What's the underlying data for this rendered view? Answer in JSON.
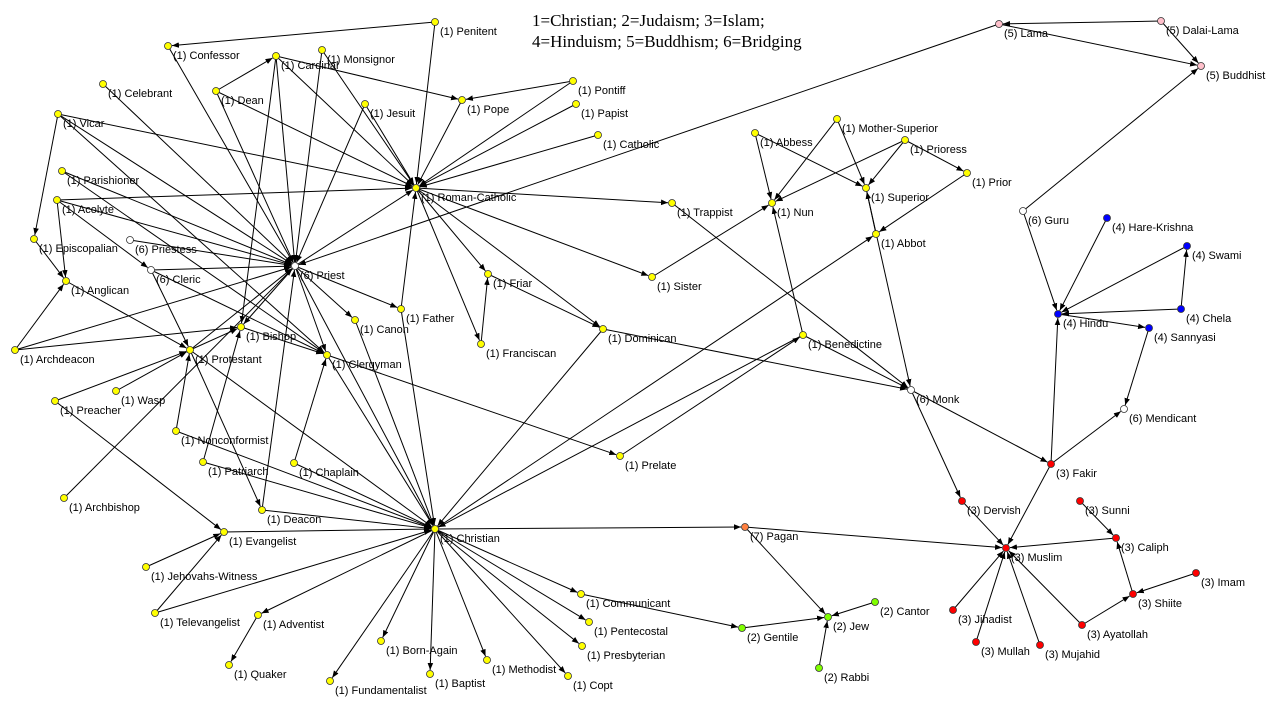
{
  "legend": {
    "line1": "1=Christian; 2=Judaism; 3=Islam;",
    "line2": "4=Hinduism; 5=Buddhism; 6=Bridging"
  },
  "group_colors": {
    "1": "#ffff00",
    "2": "#80ff00",
    "3": "#ff0000",
    "4": "#0000ff",
    "5": "#ffc0cb",
    "6": "#ffffff",
    "7": "#ff8040"
  },
  "nodes": [
    {
      "label": "Penitent",
      "group": 1
    },
    {
      "label": "Confessor",
      "group": 1
    },
    {
      "label": "Cardinal",
      "group": 1
    },
    {
      "label": "Monsignor",
      "group": 1
    },
    {
      "label": "Celebrant",
      "group": 1
    },
    {
      "label": "Dean",
      "group": 1
    },
    {
      "label": "Jesuit",
      "group": 1
    },
    {
      "label": "Pope",
      "group": 1
    },
    {
      "label": "Pontiff",
      "group": 1
    },
    {
      "label": "Papist",
      "group": 1
    },
    {
      "label": "Catholic",
      "group": 1
    },
    {
      "label": "Vicar",
      "group": 1
    },
    {
      "label": "Parishioner",
      "group": 1
    },
    {
      "label": "Acolyte",
      "group": 1
    },
    {
      "label": "Episcopalian",
      "group": 1
    },
    {
      "label": "Priestess",
      "group": 6
    },
    {
      "label": "Cleric",
      "group": 6
    },
    {
      "label": "Anglican",
      "group": 1
    },
    {
      "label": "Roman-Catholic",
      "group": 1
    },
    {
      "label": "Priest",
      "group": 6
    },
    {
      "label": "Trappist",
      "group": 1
    },
    {
      "label": "Sister",
      "group": 1
    },
    {
      "label": "Friar",
      "group": 1
    },
    {
      "label": "Father",
      "group": 1
    },
    {
      "label": "Canon",
      "group": 1
    },
    {
      "label": "Franciscan",
      "group": 1
    },
    {
      "label": "Dominican",
      "group": 1
    },
    {
      "label": "Bishop",
      "group": 1
    },
    {
      "label": "Clergyman",
      "group": 1
    },
    {
      "label": "Archdeacon",
      "group": 1
    },
    {
      "label": "Protestant",
      "group": 1
    },
    {
      "label": "Wasp",
      "group": 1
    },
    {
      "label": "Preacher",
      "group": 1
    },
    {
      "label": "Nonconformist",
      "group": 1
    },
    {
      "label": "Patriarch",
      "group": 1
    },
    {
      "label": "Chaplain",
      "group": 1
    },
    {
      "label": "Deacon",
      "group": 1
    },
    {
      "label": "Archbishop",
      "group": 1
    },
    {
      "label": "Evangelist",
      "group": 1
    },
    {
      "label": "Christian",
      "group": 1
    },
    {
      "label": "Prelate",
      "group": 1
    },
    {
      "label": "Jehovahs-Witness",
      "group": 1
    },
    {
      "label": "Televangelist",
      "group": 1
    },
    {
      "label": "Adventist",
      "group": 1
    },
    {
      "label": "Quaker",
      "group": 1
    },
    {
      "label": "Born-Again",
      "group": 1
    },
    {
      "label": "Fundamentalist",
      "group": 1
    },
    {
      "label": "Baptist",
      "group": 1
    },
    {
      "label": "Methodist",
      "group": 1
    },
    {
      "label": "Copt",
      "group": 1
    },
    {
      "label": "Communicant",
      "group": 1
    },
    {
      "label": "Pentecostal",
      "group": 1
    },
    {
      "label": "Presbyterian",
      "group": 1
    },
    {
      "label": "Pagan",
      "group": 7
    },
    {
      "label": "Gentile",
      "group": 2
    },
    {
      "label": "Jew",
      "group": 2
    },
    {
      "label": "Cantor",
      "group": 2
    },
    {
      "label": "Rabbi",
      "group": 2
    },
    {
      "label": "Lama",
      "group": 5
    },
    {
      "label": "Dalai-Lama",
      "group": 5
    },
    {
      "label": "Buddhist",
      "group": 5
    },
    {
      "label": "Abbess",
      "group": 1
    },
    {
      "label": "Mother-Superior",
      "group": 1
    },
    {
      "label": "Prioress",
      "group": 1
    },
    {
      "label": "Prior",
      "group": 1
    },
    {
      "label": "Nun",
      "group": 1
    },
    {
      "label": "Superior",
      "group": 1
    },
    {
      "label": "Abbot",
      "group": 1
    },
    {
      "label": "Benedictine",
      "group": 1
    },
    {
      "label": "Monk",
      "group": 6
    },
    {
      "label": "Guru",
      "group": 6
    },
    {
      "label": "Hare-Krishna",
      "group": 4
    },
    {
      "label": "Swami",
      "group": 4
    },
    {
      "label": "Chela",
      "group": 4
    },
    {
      "label": "Hindu",
      "group": 4
    },
    {
      "label": "Sannyasi",
      "group": 4
    },
    {
      "label": "Mendicant",
      "group": 6
    },
    {
      "label": "Fakir",
      "group": 3
    },
    {
      "label": "Dervish",
      "group": 3
    },
    {
      "label": "Sunni",
      "group": 3
    },
    {
      "label": "Caliph",
      "group": 3
    },
    {
      "label": "Muslim",
      "group": 3
    },
    {
      "label": "Imam",
      "group": 3
    },
    {
      "label": "Shiite",
      "group": 3
    },
    {
      "label": "Jihadist",
      "group": 3
    },
    {
      "label": "Ayatollah",
      "group": 3
    },
    {
      "label": "Mullah",
      "group": 3
    },
    {
      "label": "Mujahid",
      "group": 3
    }
  ],
  "edges": [
    [
      "Penitent",
      "Confessor"
    ],
    [
      "Penitent",
      "Roman-Catholic"
    ],
    [
      "Confessor",
      "Priest"
    ],
    [
      "Cardinal",
      "Priest"
    ],
    [
      "Cardinal",
      "Roman-Catholic"
    ],
    [
      "Cardinal",
      "Pope"
    ],
    [
      "Cardinal",
      "Bishop"
    ],
    [
      "Dean",
      "Cardinal"
    ],
    [
      "Dean",
      "Roman-Catholic"
    ],
    [
      "Dean",
      "Priest"
    ],
    [
      "Monsignor",
      "Priest"
    ],
    [
      "Monsignor",
      "Roman-Catholic"
    ],
    [
      "Celebrant",
      "Priest"
    ],
    [
      "Jesuit",
      "Roman-Catholic"
    ],
    [
      "Jesuit",
      "Priest"
    ],
    [
      "Pontiff",
      "Pope"
    ],
    [
      "Pontiff",
      "Roman-Catholic"
    ],
    [
      "Pope",
      "Roman-Catholic"
    ],
    [
      "Papist",
      "Roman-Catholic"
    ],
    [
      "Catholic",
      "Roman-Catholic"
    ],
    [
      "Lama",
      "Priest"
    ],
    [
      "Vicar",
      "Roman-Catholic"
    ],
    [
      "Vicar",
      "Episcopalian"
    ],
    [
      "Vicar",
      "Priest"
    ],
    [
      "Vicar",
      "Clergyman"
    ],
    [
      "Parishioner",
      "Priest"
    ],
    [
      "Parishioner",
      "Clergyman"
    ],
    [
      "Acolyte",
      "Roman-Catholic"
    ],
    [
      "Acolyte",
      "Anglican"
    ],
    [
      "Acolyte",
      "Priest"
    ],
    [
      "Acolyte",
      "Cleric"
    ],
    [
      "Episcopalian",
      "Anglican"
    ],
    [
      "Priestess",
      "Priest"
    ],
    [
      "Cleric",
      "Priest"
    ],
    [
      "Cleric",
      "Protestant"
    ],
    [
      "Cleric",
      "Clergyman"
    ],
    [
      "Anglican",
      "Protestant"
    ],
    [
      "Priest",
      "Roman-Catholic"
    ],
    [
      "Priest",
      "Christian"
    ],
    [
      "Roman-Catholic",
      "Trappist"
    ],
    [
      "Roman-Catholic",
      "Sister"
    ],
    [
      "Roman-Catholic",
      "Friar"
    ],
    [
      "Roman-Catholic",
      "Dominican"
    ],
    [
      "Roman-Catholic",
      "Franciscan"
    ],
    [
      "Father",
      "Roman-Catholic"
    ],
    [
      "Father",
      "Christian"
    ],
    [
      "Canon",
      "Christian"
    ],
    [
      "Priest",
      "Father"
    ],
    [
      "Priest",
      "Canon"
    ],
    [
      "Priest",
      "Bishop"
    ],
    [
      "Priest",
      "Clergyman"
    ],
    [
      "Franciscan",
      "Friar"
    ],
    [
      "Friar",
      "Dominican"
    ],
    [
      "Dominican",
      "Christian"
    ],
    [
      "Dominican",
      "Monk"
    ],
    [
      "Sister",
      "Nun"
    ],
    [
      "Trappist",
      "Monk"
    ],
    [
      "Bishop",
      "Clergyman"
    ],
    [
      "Archdeacon",
      "Bishop"
    ],
    [
      "Archdeacon",
      "Anglican"
    ],
    [
      "Archdeacon",
      "Priest"
    ],
    [
      "Protestant",
      "Priest"
    ],
    [
      "Protestant",
      "Christian"
    ],
    [
      "Protestant",
      "Bishop"
    ],
    [
      "Protestant",
      "Deacon"
    ],
    [
      "Wasp",
      "Protestant"
    ],
    [
      "Preacher",
      "Evangelist"
    ],
    [
      "Preacher",
      "Protestant"
    ],
    [
      "Nonconformist",
      "Protestant"
    ],
    [
      "Nonconformist",
      "Christian"
    ],
    [
      "Patriarch",
      "Bishop"
    ],
    [
      "Patriarch",
      "Christian"
    ],
    [
      "Chaplain",
      "Clergyman"
    ],
    [
      "Chaplain",
      "Christian"
    ],
    [
      "Deacon",
      "Priest"
    ],
    [
      "Deacon",
      "Christian"
    ],
    [
      "Archbishop",
      "Priest"
    ],
    [
      "Evangelist",
      "Christian"
    ],
    [
      "Jehovahs-Witness",
      "Evangelist"
    ],
    [
      "Televangelist",
      "Evangelist"
    ],
    [
      "Televangelist",
      "Christian"
    ],
    [
      "Clergyman",
      "Prelate"
    ],
    [
      "Clergyman",
      "Christian"
    ],
    [
      "Prelate",
      "Benedictine"
    ],
    [
      "Christian",
      "Abbot"
    ],
    [
      "Benedictine",
      "Christian"
    ],
    [
      "Benedictine",
      "Nun"
    ],
    [
      "Benedictine",
      "Monk"
    ],
    [
      "Christian",
      "Adventist"
    ],
    [
      "Adventist",
      "Quaker"
    ],
    [
      "Christian",
      "Born-Again"
    ],
    [
      "Christian",
      "Fundamentalist"
    ],
    [
      "Christian",
      "Baptist"
    ],
    [
      "Christian",
      "Methodist"
    ],
    [
      "Christian",
      "Copt"
    ],
    [
      "Christian",
      "Communicant"
    ],
    [
      "Christian",
      "Pentecostal"
    ],
    [
      "Christian",
      "Presbyterian"
    ],
    [
      "Christian",
      "Pagan"
    ],
    [
      "Communicant",
      "Gentile"
    ],
    [
      "Pagan",
      "Muslim"
    ],
    [
      "Pagan",
      "Jew"
    ],
    [
      "Gentile",
      "Jew"
    ],
    [
      "Cantor",
      "Jew"
    ],
    [
      "Rabbi",
      "Jew"
    ],
    [
      "Lama",
      "Buddhist"
    ],
    [
      "Dalai-Lama",
      "Lama"
    ],
    [
      "Dalai-Lama",
      "Buddhist"
    ],
    [
      "Guru",
      "Buddhist"
    ],
    [
      "Guru",
      "Hindu"
    ],
    [
      "Abbess",
      "Nun"
    ],
    [
      "Abbess",
      "Superior"
    ],
    [
      "Mother-Superior",
      "Nun"
    ],
    [
      "Mother-Superior",
      "Superior"
    ],
    [
      "Prioress",
      "Nun"
    ],
    [
      "Prioress",
      "Superior"
    ],
    [
      "Prioress",
      "Prior"
    ],
    [
      "Prior",
      "Abbot"
    ],
    [
      "Abbot",
      "Superior"
    ],
    [
      "Superior",
      "Monk"
    ],
    [
      "Hare-Krishna",
      "Hindu"
    ],
    [
      "Swami",
      "Hindu"
    ],
    [
      "Chela",
      "Swami"
    ],
    [
      "Chela",
      "Hindu"
    ],
    [
      "Hindu",
      "Sannyasi"
    ],
    [
      "Sannyasi",
      "Mendicant"
    ],
    [
      "Fakir",
      "Hindu"
    ],
    [
      "Fakir",
      "Mendicant"
    ],
    [
      "Monk",
      "Fakir"
    ],
    [
      "Monk",
      "Dervish"
    ],
    [
      "Dervish",
      "Muslim"
    ],
    [
      "Fakir",
      "Muslim"
    ],
    [
      "Caliph",
      "Muslim"
    ],
    [
      "Sunni",
      "Caliph"
    ],
    [
      "Shiite",
      "Caliph"
    ],
    [
      "Imam",
      "Shiite"
    ],
    [
      "Ayatollah",
      "Shiite"
    ],
    [
      "Ayatollah",
      "Muslim"
    ],
    [
      "Jihadist",
      "Muslim"
    ],
    [
      "Mullah",
      "Muslim"
    ],
    [
      "Mujahid",
      "Muslim"
    ]
  ]
}
